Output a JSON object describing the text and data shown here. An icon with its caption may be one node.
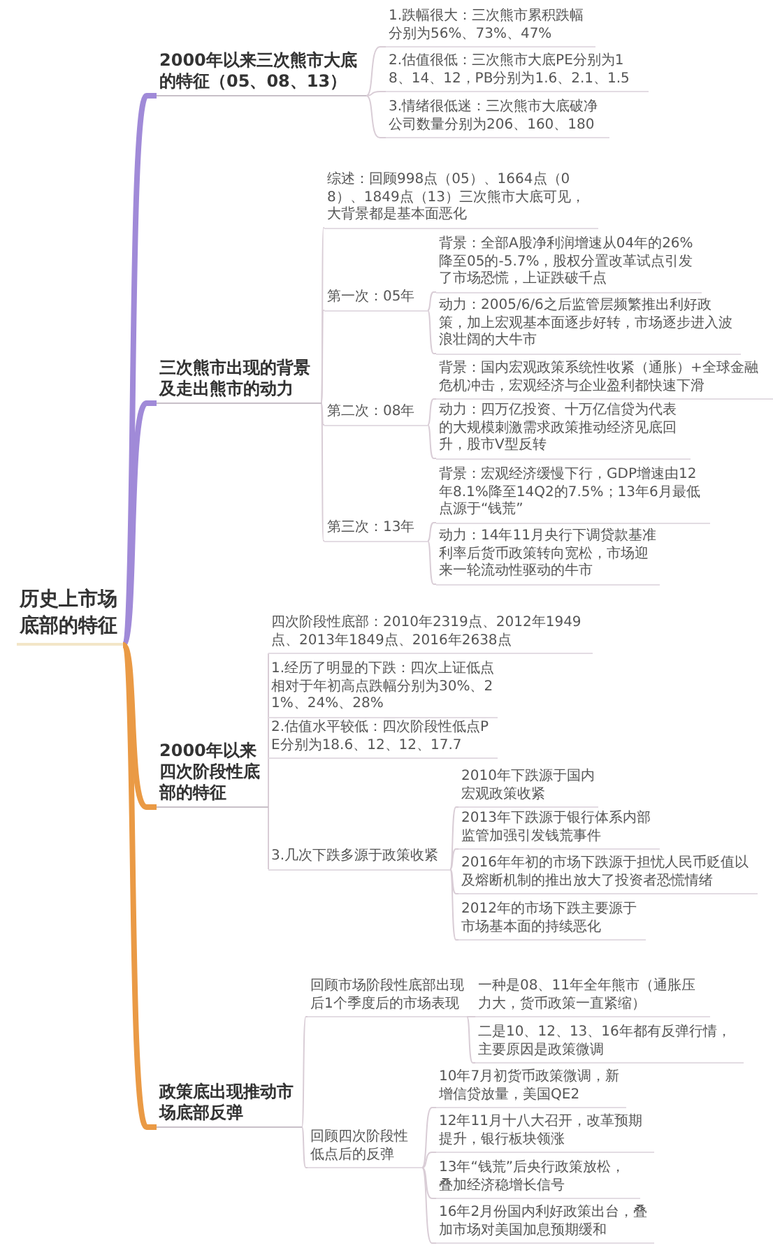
{
  "diagram": {
    "nodes": [
      {
        "text": [
          "历史上市场底部的特征"
        ]
      },
      {
        "text": [
          "2000年以来三次熊市大底的特征（05、08、13）"
        ]
      },
      {
        "text": [
          "1.跌幅很大：三次熊市累积跌幅分别为56%、73%、47%"
        ]
      },
      {
        "text": [
          "2.估值很低：三次熊市大底PE分别为18、14、12，PB分别为1.6、2.1、1.5"
        ]
      },
      {
        "text": [
          "3.情绪很低迷：三次熊市大底破净公司数量分别为206、160、180"
        ]
      },
      {
        "text": [
          "三次熊市出现的背景及走出熊市的动力"
        ]
      },
      {
        "text": [
          "综述：回顾998点（05）、1664点（08）、1849点（13）三次熊市大底可见，大背景都是基本面恶化"
        ]
      },
      {
        "text": [
          "第一次：05年"
        ]
      },
      {
        "text": [
          "背景：全部A股净利润增速从04年的26%降至05的-5.7%，股权分置改革试点引发了市场恐慌，上证跌破千点"
        ]
      },
      {
        "text": [
          "动力：2005/6/6之后监管层频繁推出利好政策，加上宏观基本面逐步好转，市场逐步进入波浪壮阔的大牛市"
        ]
      },
      {
        "text": [
          "第二次：08年"
        ]
      },
      {
        "text": [
          "背景：国内宏观政策系统性收紧（通胀）+全球金融危机冲击，宏观经济与企业盈利都快速下滑"
        ]
      },
      {
        "text": [
          "动力：四万亿投资、十万亿信贷为代表的大规模刺激需求政策推动经济见底回升，股市V型反转"
        ]
      },
      {
        "text": [
          "第三次：13年"
        ]
      },
      {
        "text": [
          "背景：宏观经济缓慢下行，GDP增速由12年8.1%降至14Q2的7.5%；13年6月最低点源于“钱荒”"
        ]
      },
      {
        "text": [
          "动力：14年11月央行下调贷款基准利率后货币政策转向宽松，市场迎来一轮流动性驱动的牛市"
        ]
      },
      {
        "text": [
          "2000年以来四次阶段性底部的特征"
        ]
      },
      {
        "text": [
          "四次阶段性底部：2010年2319点、2012年1949点、2013年1849点、2016年2638点"
        ]
      },
      {
        "text": [
          "1.经历了明显的下跌：四次上证低点相对于年初高点跌幅分别为30%、21%、24%、28%"
        ]
      },
      {
        "text": [
          "2.估值水平较低：四次阶段性低点PE分别为18.6、12、12、17.7"
        ]
      },
      {
        "text": [
          "3.几次下跌多源于政策收紧"
        ]
      },
      {
        "text": [
          "2010年下跌源于国内宏观政策收紧"
        ]
      },
      {
        "text": [
          "2013年下跌源于银行体系内部监管加强引发钱荒事件"
        ]
      },
      {
        "text": [
          "2016年年初的市场下跌源于担忧人民币贬值以及熔断机制的推出放大了投资者恐慌情绪"
        ]
      },
      {
        "text": [
          "2012年的市场下跌主要源于市场基本面的持续恶化"
        ]
      },
      {
        "text": [
          "政策底出现推动市场底部反弹"
        ]
      },
      {
        "text": [
          "回顾市场阶段性底部出现后1个季度后的市场表现"
        ]
      },
      {
        "text": [
          "一种是08、11年全年熊市（通胀压力大，货币政策一直紧缩）"
        ]
      },
      {
        "text": [
          "二是10、12、13、16年都有反弹行情，主要原因是政策微调"
        ]
      },
      {
        "text": [
          "回顾四次阶段性低点后的反弹"
        ]
      },
      {
        "text": [
          "10年7月初货币政策微调，新增信贷放量，美国QE2"
        ]
      },
      {
        "text": [
          "12年11月十八大召开，改革预期提升，银行板块领涨"
        ]
      },
      {
        "text": [
          "13年“钱荒”后央行政策放松，叠加经济稳增长信号"
        ]
      },
      {
        "text": [
          "16年2月份国内利好政策出台，叠加市场对美国加息预期缓和"
        ]
      }
    ],
    "edges": [
      {
        "from": 0,
        "to": 1,
        "arrow": "none",
        "style": "thick",
        "color": "#a08ad8"
      },
      {
        "from": 0,
        "to": 5,
        "arrow": "none",
        "style": "thick",
        "color": "#a08ad8"
      },
      {
        "from": 0,
        "to": 16,
        "arrow": "none",
        "style": "thick",
        "color": "#ea9a45"
      },
      {
        "from": 0,
        "to": 25,
        "arrow": "none",
        "style": "thick",
        "color": "#ea9a45"
      },
      {
        "from": 1,
        "to": 2,
        "arrow": "none"
      },
      {
        "from": 1,
        "to": 3,
        "arrow": "none"
      },
      {
        "from": 1,
        "to": 4,
        "arrow": "none"
      },
      {
        "from": 5,
        "to": 6,
        "arrow": "none"
      },
      {
        "from": 5,
        "to": 7,
        "arrow": "none"
      },
      {
        "from": 5,
        "to": 10,
        "arrow": "none"
      },
      {
        "from": 5,
        "to": 13,
        "arrow": "none"
      },
      {
        "from": 7,
        "to": 8,
        "arrow": "none"
      },
      {
        "from": 7,
        "to": 9,
        "arrow": "none"
      },
      {
        "from": 10,
        "to": 11,
        "arrow": "none"
      },
      {
        "from": 10,
        "to": 12,
        "arrow": "none"
      },
      {
        "from": 13,
        "to": 14,
        "arrow": "none"
      },
      {
        "from": 13,
        "to": 15,
        "arrow": "none"
      },
      {
        "from": 16,
        "to": 17,
        "arrow": "none"
      },
      {
        "from": 16,
        "to": 18,
        "arrow": "none"
      },
      {
        "from": 16,
        "to": 19,
        "arrow": "none"
      },
      {
        "from": 16,
        "to": 20,
        "arrow": "none"
      },
      {
        "from": 20,
        "to": 21,
        "arrow": "none"
      },
      {
        "from": 20,
        "to": 22,
        "arrow": "none"
      },
      {
        "from": 20,
        "to": 23,
        "arrow": "none"
      },
      {
        "from": 20,
        "to": 24,
        "arrow": "none"
      },
      {
        "from": 25,
        "to": 26,
        "arrow": "none"
      },
      {
        "from": 25,
        "to": 29,
        "arrow": "none"
      },
      {
        "from": 26,
        "to": 27,
        "arrow": "none"
      },
      {
        "from": 26,
        "to": 28,
        "arrow": "none"
      },
      {
        "from": 29,
        "to": 30,
        "arrow": "none"
      },
      {
        "from": 29,
        "to": 31,
        "arrow": "none"
      },
      {
        "from": 29,
        "to": 32,
        "arrow": "none"
      },
      {
        "from": 29,
        "to": 33,
        "arrow": "none"
      }
    ]
  }
}
